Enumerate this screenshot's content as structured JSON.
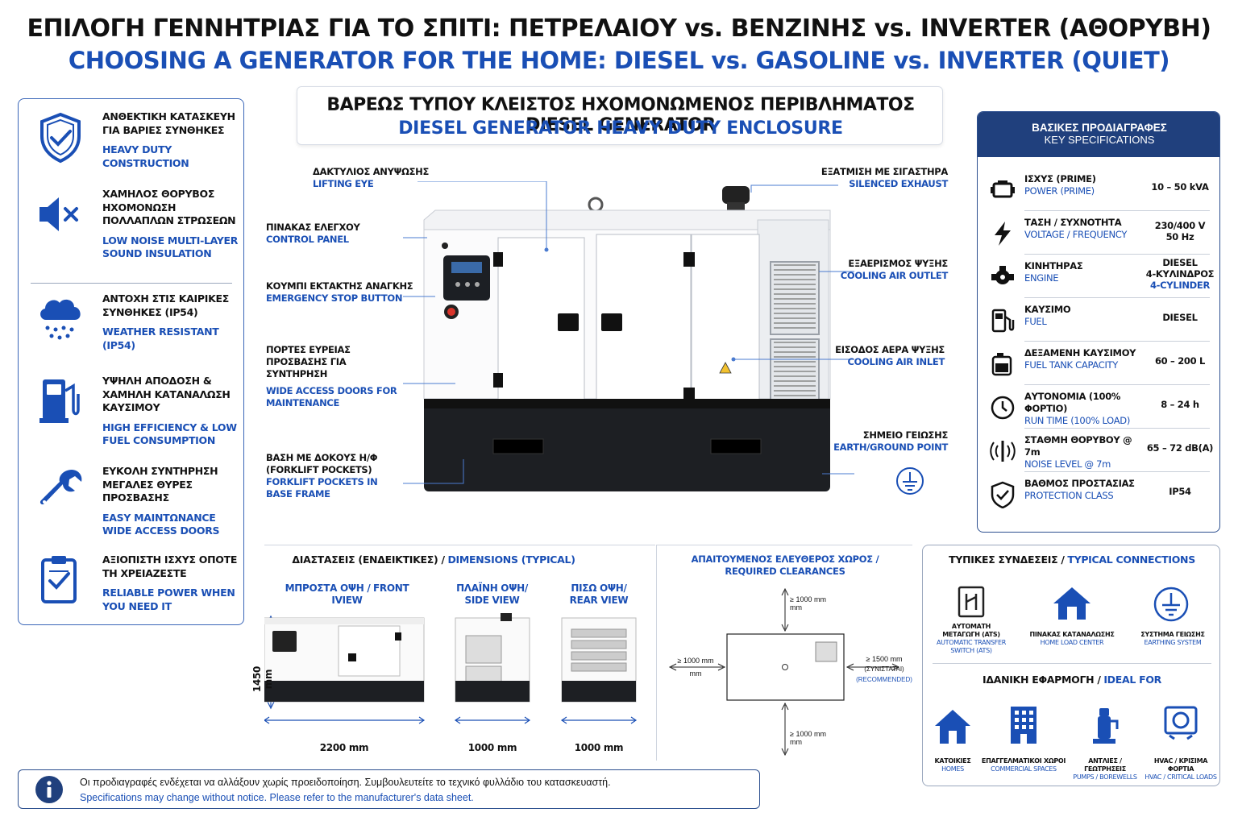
{
  "header": {
    "title_gr": "ΕΠΙΛΟΓΗ ΓΕΝΝΗΤΡΙΑΣ ΓΙΑ ΤΟ ΣΠΙΤΙ: ΠΕΤΡΕΛΑΙΟΥ vs. ΒΕΝΖΙΝΗΣ vs. INVERTER (ΑΘΟΡΥΒΗ)",
    "title_en": "CHOOSING A GENERATOR FOR THE HOME: DIESEL vs. GASOLINE vs. INVERTER (QUIET)"
  },
  "features": [
    {
      "icon": "shield-check-icon",
      "gr": "ΑΝΘΕΚΤΙΚΗ ΚΑΤΑΣΚΕΥΗ ΓΙΑ ΒΑΡΙΕΣ ΣΥΝΘΗΚΕΣ",
      "en": "HEAVY DUTY CONSTRUCTION"
    },
    {
      "icon": "speaker-mute-icon",
      "gr": "ΧΑΜΗΛΟΣ ΘΟΡΥΒΟΣ ΗΧΟΜΟΝΩΣΗ ΠΟΛΛΑΠΛΩΝ ΣΤΡΩΣΕΩΝ",
      "en": "LOW NOISE MULTI-LAYER SOUND INSULATION"
    },
    {
      "icon": "rain-cloud-icon",
      "gr": "ΑΝΤΟΧΗ ΣΤΙΣ ΚΑΙΡΙΚΕΣ ΣΥΝΘΗΚΕΣ (IP54)",
      "en": "WEATHER RESISTANT (IP54)"
    },
    {
      "icon": "fuel-pump-icon",
      "gr": "ΥΨΗΛΗ ΑΠΟΔΟΣΗ & ΧΑΜΗΛΗ ΚΑΤΑΝΑΛΩΣΗ ΚΑΥΣΙΜΟΥ",
      "en": "HIGH EFFICIENCY & LOW FUEL CONSUMPTION"
    },
    {
      "icon": "wrench-icon",
      "gr": "ΕΥΚΟΛΗ ΣΥΝΤΗΡΗΣΗ ΜΕΓΑΛΕΣ ΘΥΡΕΣ ΠΡΟΣΒΑΣΗΣ",
      "en": "EASY MAINTΩNANCE WIDE ACCESS DOORS"
    },
    {
      "icon": "clipboard-check-icon",
      "gr": "ΑΞΙΟΠΙΣΤΗ ΙΣΧΥΣ ΟΠΟΤΕ ΤΗ ΧΡΕΙΑΖΕΣΤΕ",
      "en": "RELIABLE POWER WHEN YOU NEED IT"
    }
  ],
  "center": {
    "title_gr": "ΒΑΡΕΩΣ ΤΥΠΟΥ ΚΛΕΙΣΤΟΣ ΗΧΟΜΟΝΩΜΕΝΟΣ ΠΕΡΙΒΛΗΜΑΤΟΣ DIESEL GENERATOR",
    "title_en": "DIESEL GENERATOR HEAVY DUTY ENCLOSURE"
  },
  "callouts": {
    "lifting_eye": {
      "gr": "ΔΑΚΤΥΛΙΟΣ ΑΝΥΨΩΣΗΣ",
      "en": "LIFTING EYE"
    },
    "control_panel": {
      "gr": "ΠΙΝΑΚΑΣ ΕΛΕΓΧΟΥ",
      "en": "CONTROL PANEL"
    },
    "emergency_stop": {
      "gr": "ΚΟΥΜΠΙ ΕΚΤΑΚΤΗΣ ΑΝΑΓΚΗΣ",
      "en": "EMERGENCY STOP BUTTON"
    },
    "doors": {
      "gr": "ΠΟΡΤΕΣ ΕΥΡΕΙΑΣ ΠΡΟΣΒΑΣΗΣ ΓΙΑ ΣΥΝΤΗΡΗΣΗ",
      "en": "WIDE ACCESS DOORS FOR MAINTENANCE"
    },
    "forklift": {
      "gr": "ΒΑΣΗ ΜΕ ΔΟΚΟΥΣ Η/Φ (FORKLIFT POCKETS)",
      "en": "FORKLIFT POCKETS IN BASE FRAME"
    },
    "exhaust": {
      "gr": "ΕΞΑΤΜΙΣΗ ΜΕ ΣΙΓΑΣΤΗΡΑ",
      "en": "SILENCED EXHAUST"
    },
    "air_outlet": {
      "gr": "ΕΞΑΕΡΙΣΜΟΣ ΨΥΞΗΣ",
      "en": "COOLING AIR OUTLET"
    },
    "air_inlet": {
      "gr": "ΕΙΣΟΔΟΣ ΑΕΡΑ ΨΥΞΗΣ",
      "en": "COOLING AIR INLET"
    },
    "ground": {
      "gr": "ΣΗΜΕΙΟ ΓΕΙΩΣΗΣ",
      "en": "EARTH/GROUND POINT"
    }
  },
  "specs": {
    "title_gr": "ΒΑΣΙΚΕΣ ΠΡΟΔΙΑΓΡΑΦΕΣ",
    "title_en": "KEY SPECIFICATIONS",
    "rows": [
      {
        "icon": "engine-block-icon",
        "gr": "ΙΣΧΥΣ (PRIME)",
        "en": "POWER (PRIME)",
        "value": "10 – 50 kVA"
      },
      {
        "icon": "lightning-icon",
        "gr": "ΤΑΣΗ / ΣΥΧΝΟΤΗΤΑ",
        "en": "VOLTAGE / FREQUENCY",
        "value": "230/400 V",
        "value2": "50 Hz"
      },
      {
        "icon": "engine-icon",
        "gr": "ΚΙΝΗΤΗΡΑΣ",
        "en": "ENGINE",
        "value": "DIESEL",
        "value2": "4-ΚΥΛΙΝΔΡΟΣ",
        "value3": "4-CYLINDER"
      },
      {
        "icon": "fuel-station-icon",
        "gr": "ΚΑΥΣΙΜΟ",
        "en": "FUEL",
        "value": "DIESEL"
      },
      {
        "icon": "fuel-tank-icon",
        "gr": "ΔΕΞΑΜΕΝΗ ΚΑΥΣΙΜΟΥ",
        "en": "FUEL TANK CAPACITY",
        "value": "60 – 200 L"
      },
      {
        "icon": "clock-icon",
        "gr": "ΑΥΤΟΝΟΜΙΑ (100% ΦΟΡΤΙΟ)",
        "en": "RUN TIME (100% LOAD)",
        "value": "8 – 24 h"
      },
      {
        "icon": "sound-wave-icon",
        "gr": "ΣΤΑΘΜΗ ΘΟΡΥΒΟΥ @ 7m",
        "en": "NOISE LEVEL @ 7m",
        "value": "65 – 72 dB(A)"
      },
      {
        "icon": "shield-check-icon",
        "gr": "ΒΑΘΜΟΣ ΠΡΟΣΤΑΣΙΑΣ",
        "en": "PROTECTION CLASS",
        "value": "IP54"
      }
    ]
  },
  "dimensions": {
    "title_gr": "ΔΙΑΣΤΑΣΕΙΣ (ΕΝΔΕΙΚΤΙΚΕΣ) /",
    "title_en": "DIMENSIONS (TYPICAL)",
    "front_gr": "ΜΠΡΟΣΤΑ ΟΨΗ /",
    "front_en": "FRONT",
    "front_en2": "IVIEW",
    "side_gr": "ΠΛΑΪΝΗ ΟΨΗ/",
    "side_en": "SIDE VIEW",
    "rear_gr": "ΠΙΣΩ ΟΨΗ/",
    "rear_en": "REAR VIEW",
    "height": "1450 mm",
    "front_width": "2200 mm",
    "side_width": "1000 mm",
    "rear_width": "1000 mm"
  },
  "clearance": {
    "title_gr": "ΑΠΑΙΤΟΥΜΕΝΟΣ ΕΛΕΥΘΕΡΟΣ ΧΩΡΟΣ /",
    "title_en": "REQUIRED CLEARANCES",
    "top": "≥ 1000 mm",
    "top_sub": "mm",
    "left": "≥ 1000 mm",
    "left_sub": "mm",
    "right": "≥ 1500 mm",
    "right_note_gr": "(ΣΥΝΙΣΤΑΤΑΙ)",
    "right_note_en": "(RECOMMENDED)",
    "bottom": "≥ 1000 mm",
    "bottom_sub": "mm"
  },
  "connections": {
    "title_gr": "ΤΥΠΙΚΕΣ ΣΥΝΔΕΣΕΙΣ /",
    "title_en": "TYPICAL CONNECTIONS",
    "items": [
      {
        "icon": "ats-switch-icon",
        "gr": "ΑΥΤΟΜΑΤΗ ΜΕΤΑΓΩΓΗ (ATS)",
        "en": "AUTOMATIC TRANSFER SWITCH (ATS)"
      },
      {
        "icon": "house-icon",
        "gr": "ΠΙΝΑΚΑΣ ΚΑΤΑΝΑΛΩΣΗΣ",
        "en": "HOME LOAD CENTER"
      },
      {
        "icon": "earth-ground-icon",
        "gr": "ΣΥΣΤΗΜΑ ΓΕΙΩΣΗΣ",
        "en": "EARTHING SYSTEM"
      }
    ],
    "ideal_gr": "ΙΔΑΝΙΚΗ ΕΦΑΡΜΟΓΗ /",
    "ideal_en": "IDEAL FOR",
    "ideal": [
      {
        "icon": "house-icon",
        "gr": "ΚΑΤΟΙΚΙΕΣ",
        "en": "HOMES"
      },
      {
        "icon": "building-icon",
        "gr": "ΕΠΑΓΓΕΛΜΑΤΙΚΟΙ ΧΩΡΟΙ",
        "en": "COMMERCIAL SPACES"
      },
      {
        "icon": "water-pump-icon",
        "gr": "ΑΝΤΛΙΕΣ / ΓΕΩΤΡΗΣΕΙΣ",
        "en": "PUMPS / BOREWELLS"
      },
      {
        "icon": "hvac-icon",
        "gr": "HVAC / ΚΡΙΣΙΜΑ ΦΟΡΤΙΑ",
        "en": "HVAC / CRITICAL LOADS"
      }
    ]
  },
  "footer": {
    "gr": "Οι προδιαγραφές ενδέχεται να αλλάξουν χωρίς προειδοποίηση. Συμβουλευτείτε το τεχνικό φυλλάδιο του κατασκευαστή.",
    "en": "Specifications may change without notice. Please refer to the manufacturer's data sheet."
  },
  "colors": {
    "accent": "#1a4fb5",
    "navy": "#20407d",
    "text": "#111111"
  }
}
